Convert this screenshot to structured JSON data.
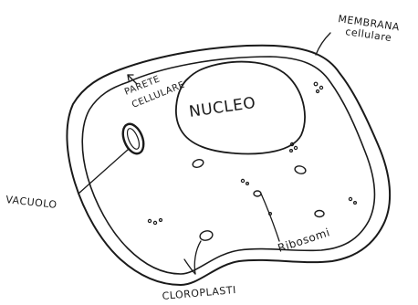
{
  "labels": {
    "membrana_line1": "MEMBRANA",
    "membrana_line2": "cellulare",
    "parete_line1": "PARETE",
    "parete_line2": "CELLULARE",
    "nucleo": "NUCLEO",
    "vacuolo": "VACUOLO",
    "ribosomi": "Ribosomi",
    "cloroplasti": "CLOROPLASTI"
  }
}
